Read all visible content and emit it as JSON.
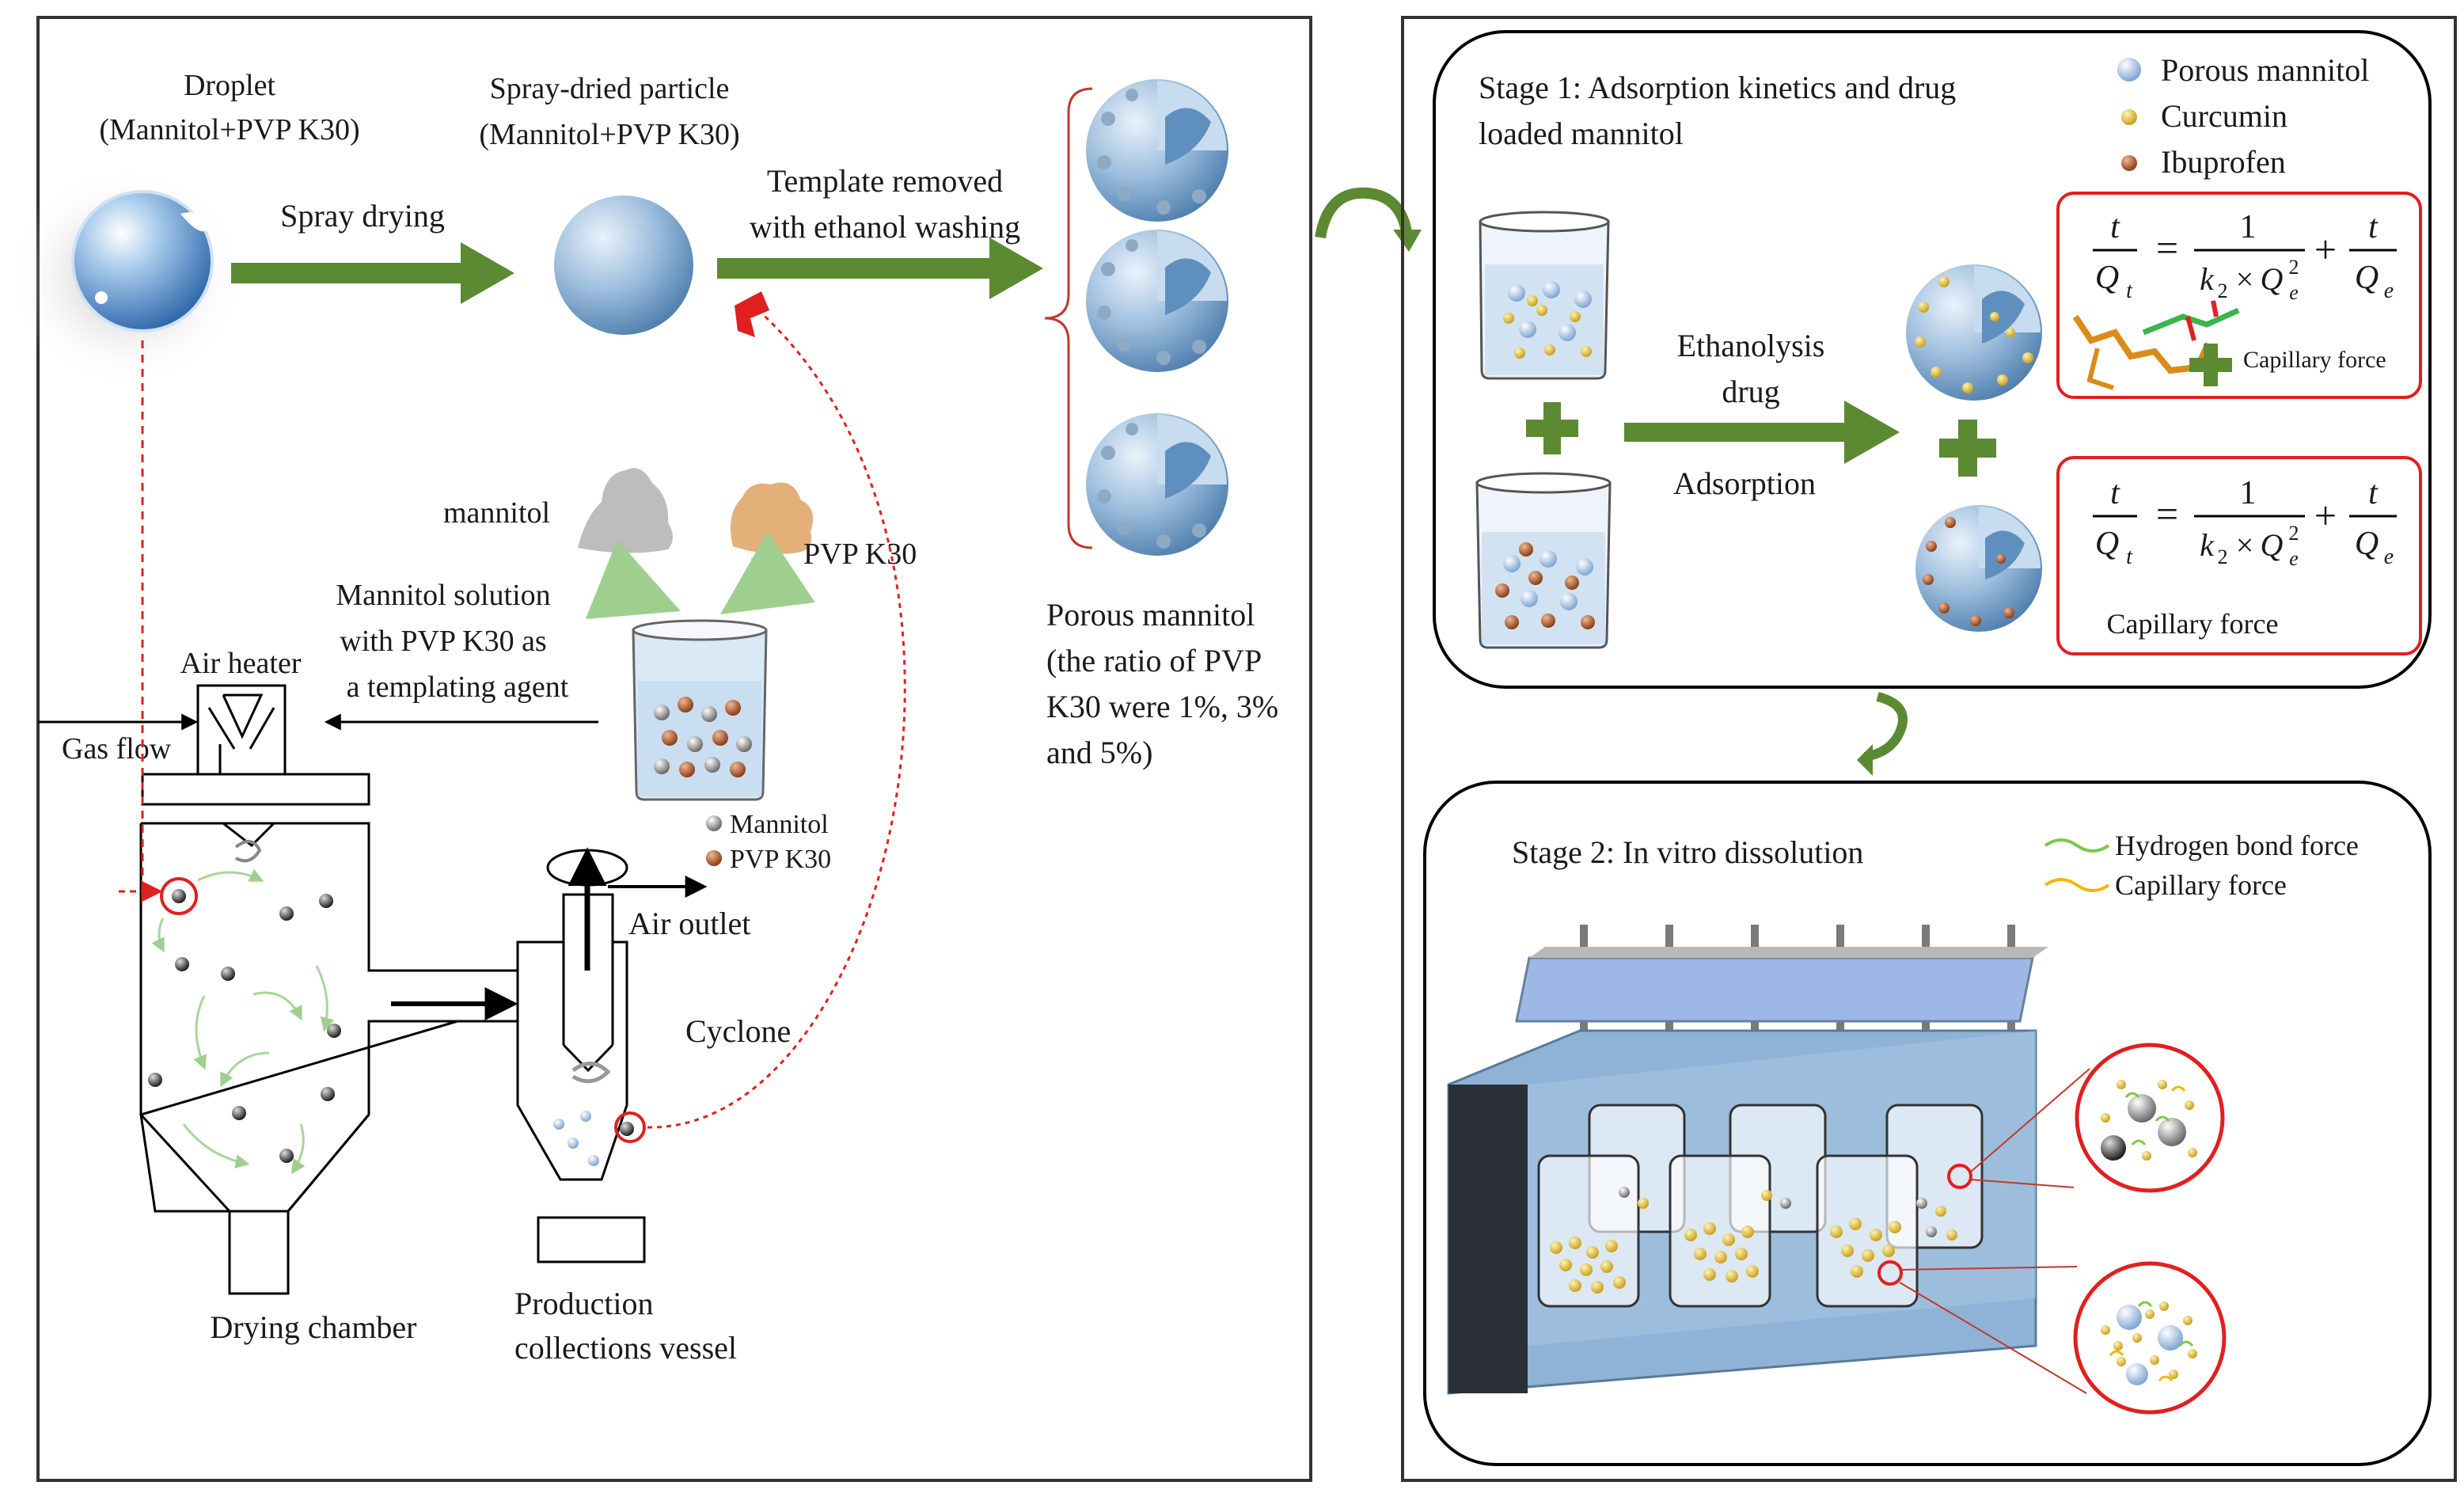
{
  "left_panel": {
    "droplet_label": "Droplet",
    "droplet_sub": "(Mannitol+PVP K30)",
    "spray_drying": "Spray drying",
    "particle_label": "Spray-dried particle",
    "particle_sub": "(Mannitol+PVP K30)",
    "template_line1": "Template removed",
    "template_line2": "with ethanol washing",
    "porous_title": "Porous mannitol",
    "porous_line1": "(the ratio of PVP",
    "porous_line2": "K30 were 1%, 3%",
    "porous_line3": "and 5%)",
    "mannitol_powder": "mannitol",
    "pvp_powder": "PVP K30",
    "solution_line1": "Mannitol solution",
    "solution_line2": "with PVP K30 as",
    "solution_line3": "a templating agent",
    "air_heater": "Air heater",
    "gas_flow": "Gas flow",
    "legend_mannitol": "Mannitol",
    "legend_pvp": "PVP K30",
    "air_outlet": "Air outlet",
    "cyclone": "Cyclone",
    "drying_chamber": "Drying chamber",
    "production_line1": "Production",
    "production_line2": "collections vessel"
  },
  "stage1": {
    "title_line1": "Stage 1: Adsorption kinetics and drug",
    "title_line2": "loaded mannitol",
    "legend": [
      {
        "label": "Porous mannitol",
        "color": "#8fb4dc"
      },
      {
        "label": "Curcumin",
        "color": "#e8c84a"
      },
      {
        "label": "Ibuprofen",
        "color": "#b4643a"
      }
    ],
    "arrow_top": "Ethanolysis",
    "arrow_mid": "drug",
    "arrow_bottom": "Adsorption",
    "capillary_1": "Capillary force",
    "capillary_2": "Capillary force",
    "equation": {
      "t": "t",
      "Qt": "Q",
      "Qt_sub": "t",
      "equals": "=",
      "one": "1",
      "k2": "k",
      "k2_sub": "2",
      "times": "×",
      "Qe": "Q",
      "Qe_sub": "e",
      "Qe_sup": "2",
      "plus": "+",
      "t2": "t",
      "Qe2": "Q",
      "Qe2_sub": "e"
    }
  },
  "stage2": {
    "title": "Stage 2: In vitro dissolution",
    "legend_hbond": "Hydrogen bond force",
    "legend_capillary": "Capillary force",
    "legend_hbond_color": "#7ac943",
    "legend_capillary_color": "#f2b705"
  },
  "colors": {
    "arrow_green": "#5b8a32",
    "highlight_red": "#e02020",
    "sphere_blue": "#8fb4dc",
    "box_blue": "#8fb3d6"
  }
}
